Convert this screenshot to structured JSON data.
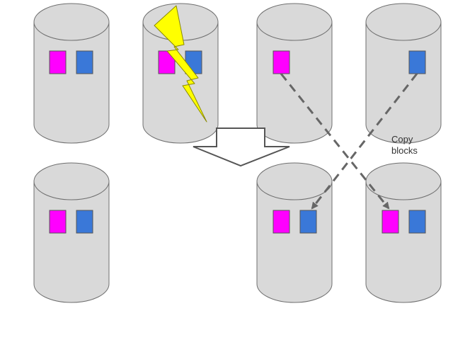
{
  "annotation": {
    "lines": [
      "Copy",
      "blocks"
    ]
  },
  "colors": {
    "disk_fill": "#d9d9d9",
    "disk_stroke": "#6f6f6f",
    "block_a": "#ff00ff",
    "block_b": "#3a78d8",
    "block_stroke": "#555555",
    "lightning_fill": "#ffff00",
    "lightning_stroke": "#8a8a00",
    "arrow_fill": "#ffffff",
    "arrow_stroke": "#555555",
    "dashed": "#666666"
  },
  "icons": {
    "failure": "lightning-bolt-icon",
    "transition": "down-arrow-icon"
  },
  "disks": [
    {
      "name": "disk-top-1",
      "blocks": [
        "a",
        "b"
      ],
      "failed": false
    },
    {
      "name": "disk-top-2",
      "blocks": [
        "a",
        "b"
      ],
      "failed": true
    },
    {
      "name": "disk-top-3",
      "blocks": [
        "a"
      ],
      "failed": false
    },
    {
      "name": "disk-top-4",
      "blocks": [
        "b"
      ],
      "failed": false
    },
    {
      "name": "disk-bottom-1",
      "blocks": [
        "a",
        "b"
      ],
      "failed": false
    },
    {
      "name": "disk-bottom-3",
      "blocks": [
        "a",
        "b"
      ],
      "failed": false
    },
    {
      "name": "disk-bottom-4",
      "blocks": [
        "a",
        "b"
      ],
      "failed": false
    }
  ]
}
